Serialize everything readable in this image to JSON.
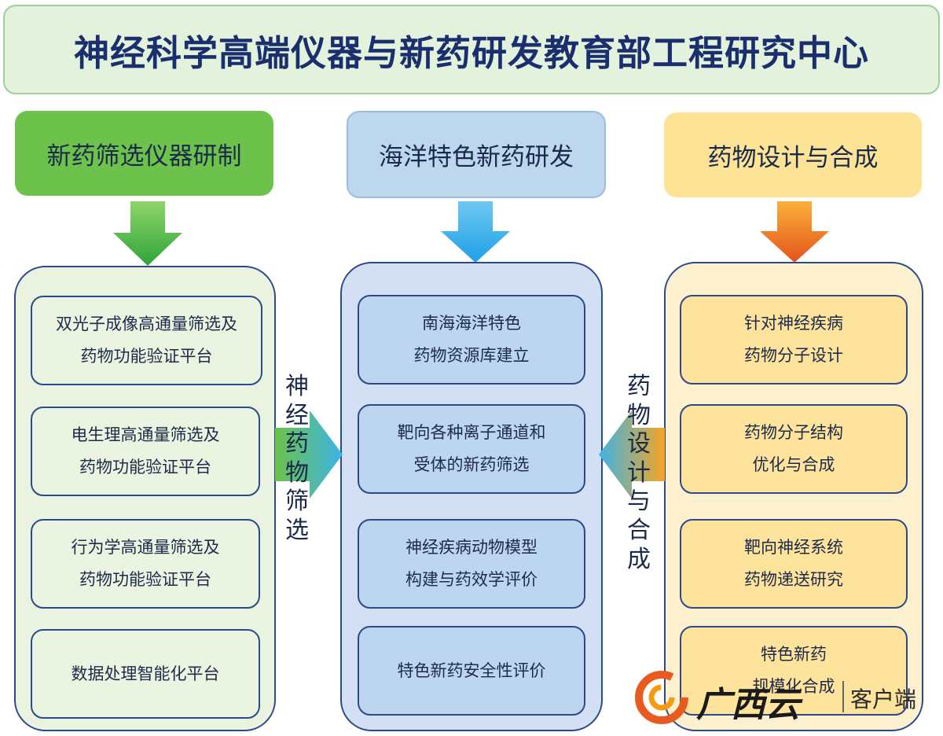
{
  "title": "神经科学高端仪器与新药研发教育部工程研究中心",
  "columns": [
    {
      "header": "新药筛选仪器研制",
      "cards": [
        "双光子成像高通量筛选及\n药物功能验证平台",
        "电生理高通量筛选及\n药物功能验证平台",
        "行为学高通量筛选及\n药物功能验证平台",
        "数据处理智能化平台"
      ]
    },
    {
      "header": "海洋特色新药研发",
      "cards": [
        "南海海洋特色\n药物资源库建立",
        "靶向各种离子通道和\n受体的新药筛选",
        "神经疾病动物模型\n构建与药效学评价",
        "特色新药安全性评价"
      ]
    },
    {
      "header": "药物设计与合成",
      "cards": [
        "针对神经疾病\n药物分子设计",
        "药物分子结构\n优化与合成",
        "靶向神经系统\n药物递送研究",
        "特色新药\n规模化合成"
      ]
    }
  ],
  "connectors": {
    "left": "神经药物筛选",
    "right": "药物设计与合成"
  },
  "watermark": {
    "brand": "广西云",
    "suffix": "客户端"
  },
  "colors": {
    "green": "#6dc24b",
    "blue": "#bdd7ee",
    "yellow": "#fde396",
    "border": "#2c4a8a",
    "title_text": "#1b2f6e"
  }
}
